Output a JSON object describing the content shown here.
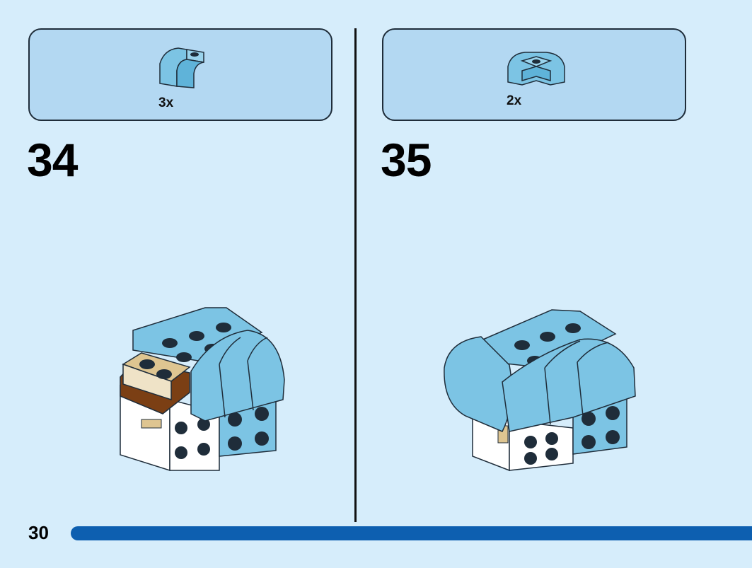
{
  "page": {
    "number": "30"
  },
  "steps": [
    {
      "number": "34",
      "parts": [
        {
          "part": "light-blue-curved-slope-brick",
          "quantity": "3x"
        }
      ],
      "color": "#7cc4e4"
    },
    {
      "number": "35",
      "parts": [
        {
          "part": "light-blue-curved-brick-with-stud",
          "quantity": "2x"
        }
      ],
      "color": "#7cc4e4"
    }
  ],
  "colors": {
    "background": "#d6edfb",
    "callout": "#b3d8f2",
    "brick_light_blue": "#7cc4e4",
    "brick_tan": "#dec591",
    "brick_brown": "#7b3f14",
    "progress_bar": "#0d5fb0"
  },
  "progress": {
    "filled_fraction": 1.0
  }
}
